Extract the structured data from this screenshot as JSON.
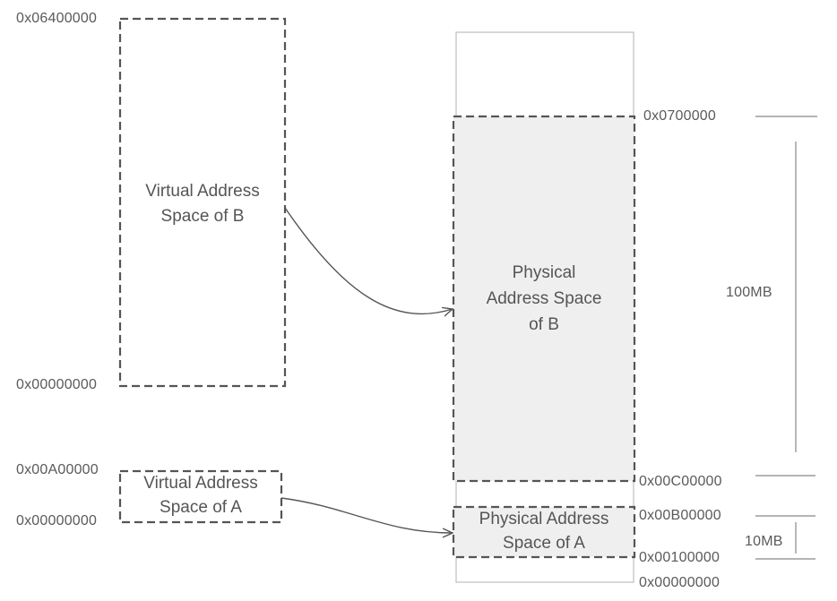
{
  "virtual_b": {
    "label": "Virtual  Address\nSpace of  B",
    "top_addr": "0x06400000",
    "bottom_addr": "0x00000000"
  },
  "virtual_a": {
    "label": "Virtual Address\nSpace of A",
    "top_addr": "0x00A00000",
    "bottom_addr": "0x00000000"
  },
  "physical_b": {
    "label": "Physical\nAddress Space\nof B",
    "top_addr": "0x0700000",
    "bottom_addr": "0x00C00000"
  },
  "physical_a": {
    "label": "Physical Address\nSpace of A",
    "top_addr": "0x00B00000",
    "bottom_addr": "0x00100000"
  },
  "physical_memory": {
    "bottom_addr": "0x00000000"
  },
  "sizes": {
    "b_size": "100MB",
    "a_size": "10MB"
  },
  "colors": {
    "line": "#555555",
    "fill": "#efefef",
    "frame": "#bdbdbd"
  }
}
